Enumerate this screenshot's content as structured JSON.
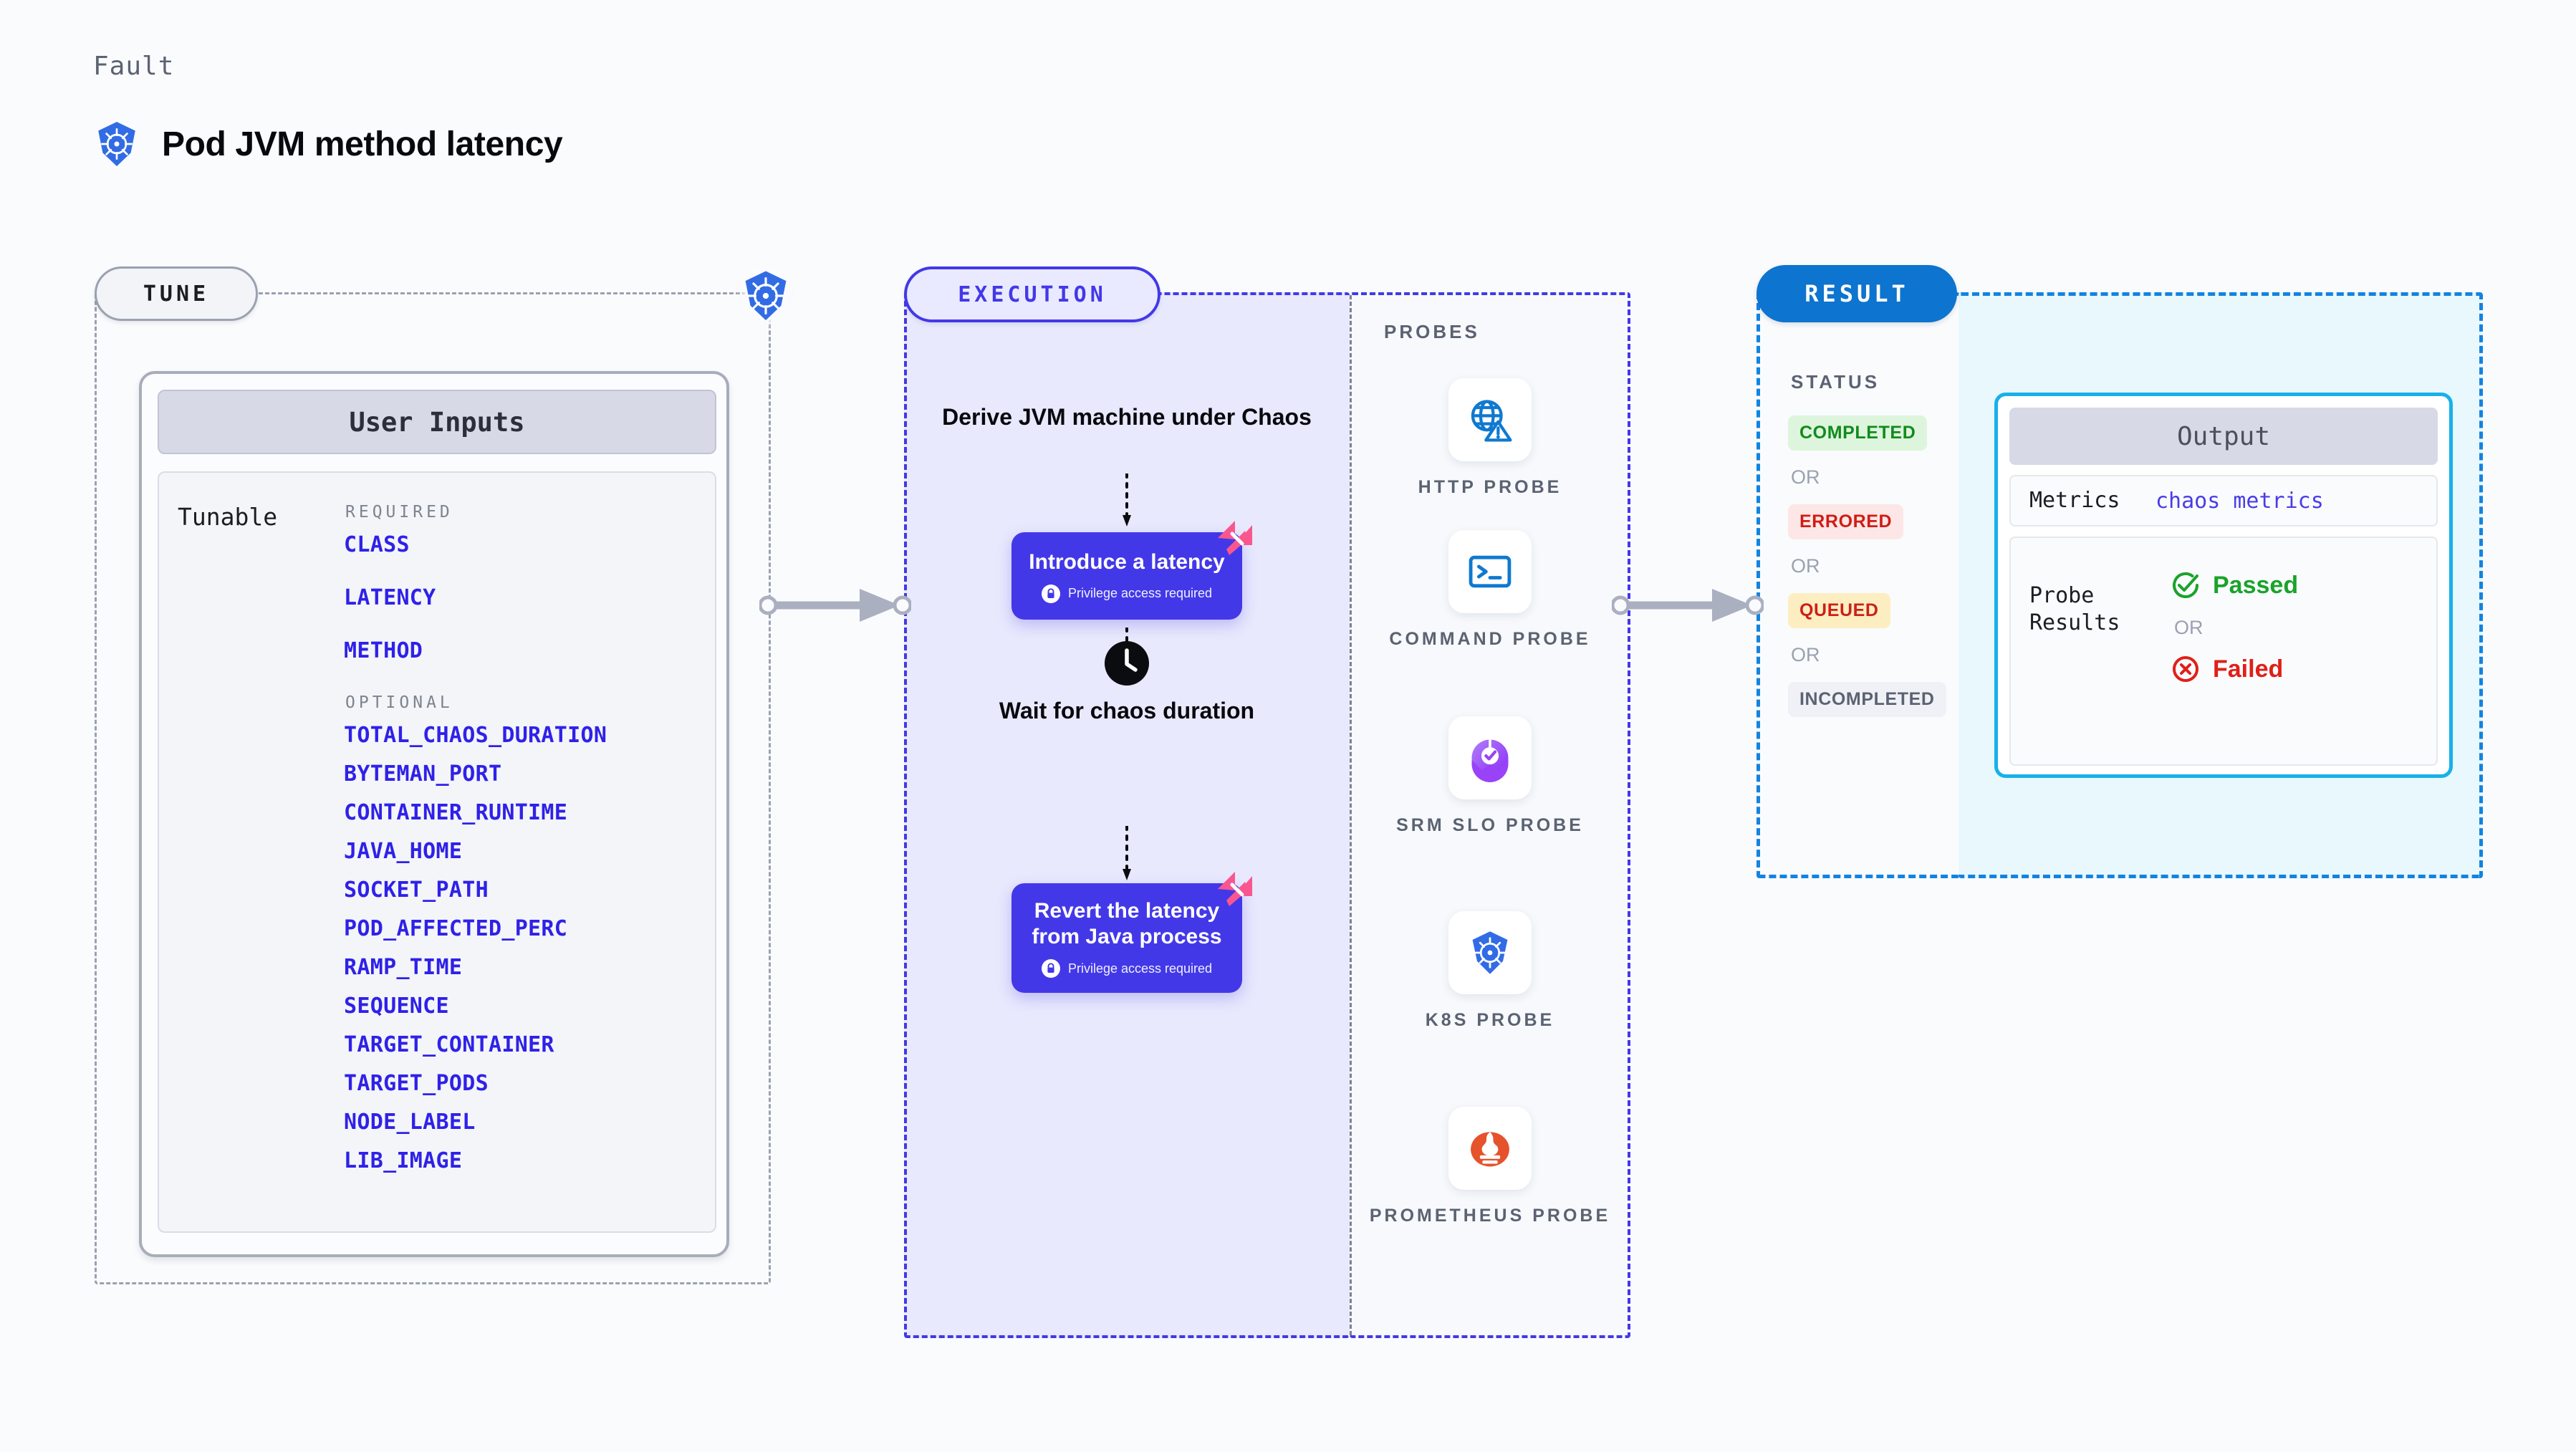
{
  "header": {
    "kicker": "Fault",
    "title": "Pod JVM method latency",
    "icon": "kubernetes-icon"
  },
  "tune": {
    "pill_label": "TUNE",
    "badge_icon": "kubernetes-icon",
    "card_title": "User Inputs",
    "row_label": "Tunable",
    "required_heading": "REQUIRED",
    "optional_heading": "OPTIONAL",
    "required": [
      "CLASS",
      "LATENCY",
      "METHOD"
    ],
    "optional": [
      "TOTAL_CHAOS_DURATION",
      "BYTEMAN_PORT",
      "CONTAINER_RUNTIME",
      "JAVA_HOME",
      "SOCKET_PATH",
      "POD_AFFECTED_PERC",
      "RAMP_TIME",
      "SEQUENCE",
      "TARGET_CONTAINER",
      "TARGET_PODS",
      "NODE_LABEL",
      "LIB_IMAGE"
    ]
  },
  "execution": {
    "pill_label": "EXECUTION",
    "step_derive": "Derive JVM machine under Chaos",
    "block_introduce": {
      "title": "Introduce a latency",
      "sub": "Privilege access required",
      "lock_icon": "lock-icon",
      "corner_icon": "litmus-chaos-icon"
    },
    "step_wait": "Wait for chaos duration",
    "wait_icon": "clock-icon",
    "block_revert": {
      "title": "Revert the latency from Java process",
      "sub": "Privilege access required",
      "lock_icon": "lock-icon",
      "corner_icon": "litmus-chaos-icon"
    }
  },
  "probes": {
    "title": "PROBES",
    "items": [
      {
        "label": "HTTP PROBE",
        "icon": "globe-warning-icon"
      },
      {
        "label": "COMMAND PROBE",
        "icon": "terminal-icon"
      },
      {
        "label": "SRM SLO PROBE",
        "icon": "srm-slo-icon"
      },
      {
        "label": "K8S PROBE",
        "icon": "kubernetes-icon"
      },
      {
        "label": "PROMETHEUS PROBE",
        "icon": "prometheus-icon"
      }
    ]
  },
  "result": {
    "pill_label": "RESULT",
    "status_title": "STATUS",
    "or_label": "OR",
    "statuses": [
      {
        "label": "COMPLETED",
        "color": "#128b1d",
        "bg": "#ddf5dc"
      },
      {
        "label": "ERRORED",
        "color": "#d01c15",
        "bg": "#fde7e6"
      },
      {
        "label": "QUEUED",
        "color": "#cc2018",
        "bg": "#fdeec2"
      },
      {
        "label": "INCOMPLETED",
        "color": "#5b6272",
        "bg": "#f0f1f6"
      }
    ]
  },
  "output": {
    "card_title": "Output",
    "metrics_key": "Metrics",
    "metrics_value": "chaos metrics",
    "probe_results_key": "Probe Results",
    "passed_label": "Passed",
    "failed_label": "Failed",
    "or_label": "OR",
    "passed_icon": "check-circle-icon",
    "failed_icon": "x-circle-icon"
  },
  "colors": {
    "page_bg": "#fafbfd",
    "accent_purple": "#4338e8",
    "accent_blue": "#0d74cf",
    "accent_cyan": "#18b0ea",
    "param_blue": "#2f21e8",
    "pink": "#f9568f"
  }
}
